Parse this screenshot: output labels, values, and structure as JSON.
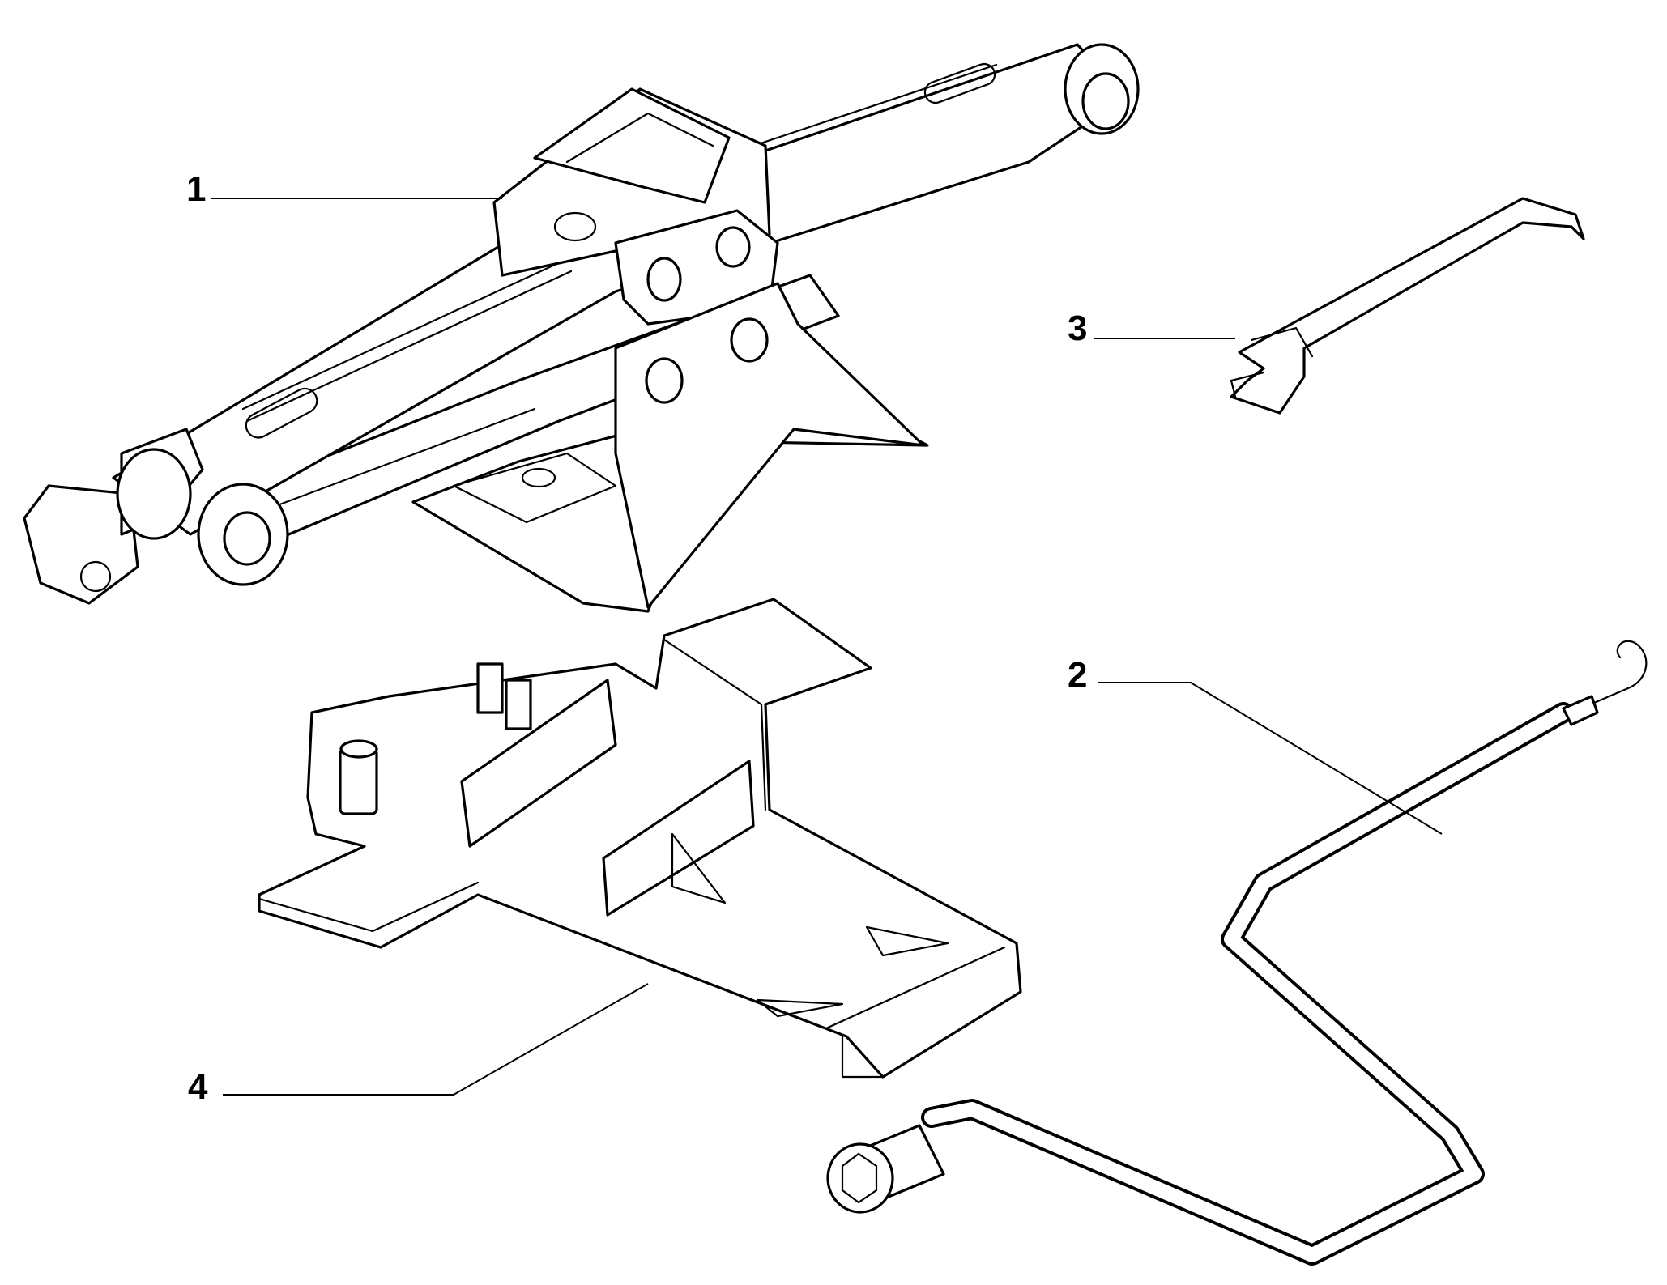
{
  "callouts": [
    {
      "id": "1",
      "label": "1",
      "part": "scissor-jack"
    },
    {
      "id": "2",
      "label": "2",
      "part": "jack-crank-handle"
    },
    {
      "id": "3",
      "label": "3",
      "part": "tow-hook-bracket"
    },
    {
      "id": "4",
      "label": "4",
      "part": "jack-support-tray"
    }
  ],
  "colors": {
    "line": "#000000",
    "background": "#ffffff"
  }
}
